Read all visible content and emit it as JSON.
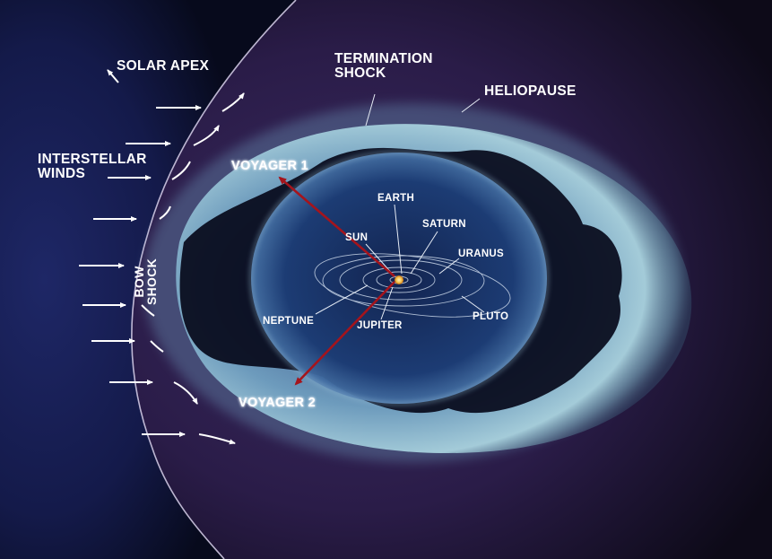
{
  "labels": {
    "solar_apex": "SOLAR APEX",
    "termination_shock": [
      "TERMINATION",
      "SHOCK"
    ],
    "heliopause": "HELIOPAUSE",
    "interstellar_winds": [
      "INTERSTELLAR",
      "WINDS"
    ],
    "bow_shock": [
      "BOW",
      "SHOCK"
    ],
    "voyager_1": "VOYAGER 1",
    "voyager_2": "VOYAGER 2",
    "earth": "EARTH",
    "sun": "SUN",
    "saturn": "SATURN",
    "uranus": "URANUS",
    "neptune": "NEPTUNE",
    "jupiter": "JUPITER",
    "pluto": "PLUTO"
  },
  "colors": {
    "space_dark": "#05070f",
    "interstellar_blue": "#141a4a",
    "heliosheath_purple": "#2a1c48",
    "shock_glow": "#9cc9d6",
    "inner_blue": "#1c3a72",
    "trajectory_red": "#a5141c",
    "sun_yellow": "#f2c14e"
  }
}
